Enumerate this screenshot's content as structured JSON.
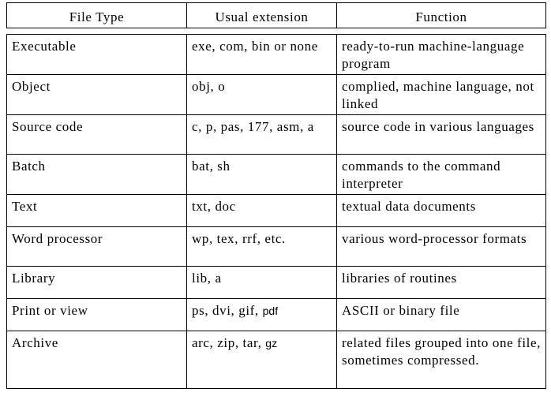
{
  "table": {
    "headers": [
      "File Type",
      "Usual extension",
      "Function"
    ],
    "rows": [
      {
        "type": "Executable",
        "ext": "exe, com, bin or none",
        "ext_sans": "",
        "func": "ready-to-run machine-language program"
      },
      {
        "type": "Object",
        "ext": "obj, o",
        "ext_sans": "",
        "func": "complied, machine language, not linked"
      },
      {
        "type": "Source code",
        "ext": "c, p, pas, 177, asm, a",
        "ext_sans": "",
        "func": "source code in various languages"
      },
      {
        "type": "Batch",
        "ext": "bat, sh",
        "ext_sans": "",
        "func": "commands to the command interpreter"
      },
      {
        "type": "Text",
        "ext": "txt, doc",
        "ext_sans": "",
        "func": "textual data documents"
      },
      {
        "type": "Word processor",
        "ext": "wp, tex, rrf, etc.",
        "ext_sans": "",
        "func": "various word-processor formats"
      },
      {
        "type": "Library",
        "ext": "lib, a",
        "ext_sans": "",
        "func": "libraries of routines"
      },
      {
        "type": "Print or view",
        "ext": "ps, dvi, gif, ",
        "ext_sans": "pdf",
        "func": "ASCII or binary file"
      },
      {
        "type": "Archive",
        "ext": "arc, zip, tar, ",
        "ext_sans": "gz",
        "func": "related files grouped into one file, sometimes compressed."
      }
    ]
  }
}
